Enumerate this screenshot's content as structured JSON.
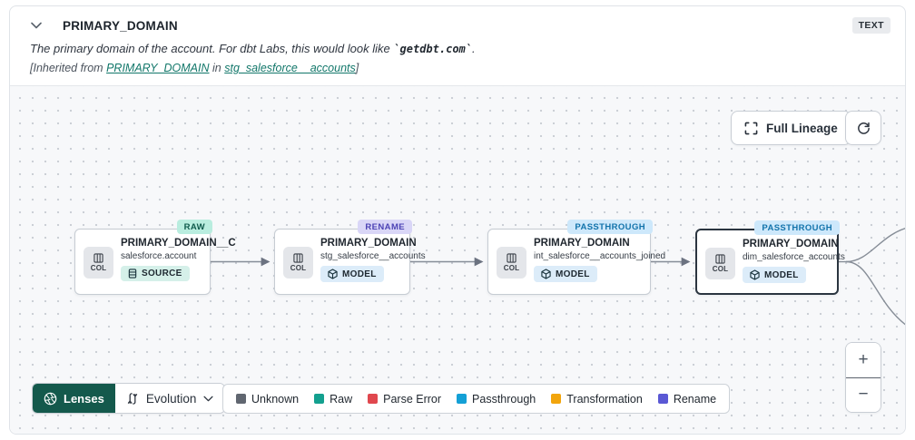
{
  "header": {
    "title": "PRIMARY_DOMAIN",
    "type_badge": "TEXT",
    "description_prefix": "The primary domain of the account. For dbt Labs, this would look like ",
    "description_code": "`getdbt.com`",
    "description_suffix": ".",
    "inherited_prefix": "[Inherited from ",
    "inherited_link_column": "PRIMARY_DOMAIN",
    "inherited_middle": " in ",
    "inherited_link_model": "stg_salesforce__accounts",
    "inherited_suffix": "]"
  },
  "canvas": {
    "full_lineage_label": "Full Lineage",
    "nodes": [
      {
        "badge": "RAW",
        "title": "PRIMARY_DOMAIN__C",
        "subtitle": "salesforce.account",
        "col_label": "COL",
        "resource": "SOURCE",
        "selected": false
      },
      {
        "badge": "RENAME",
        "title": "PRIMARY_DOMAIN",
        "subtitle": "stg_salesforce__accounts",
        "col_label": "COL",
        "resource": "MODEL",
        "selected": false
      },
      {
        "badge": "PASSTHROUGH",
        "title": "PRIMARY_DOMAIN",
        "subtitle": "int_salesforce__accounts_joined",
        "col_label": "COL",
        "resource": "MODEL",
        "selected": false
      },
      {
        "badge": "PASSTHROUGH",
        "title": "PRIMARY_DOMAIN",
        "subtitle": "dim_salesforce_accounts",
        "col_label": "COL",
        "resource": "MODEL",
        "selected": true
      }
    ]
  },
  "toolbar": {
    "lenses_label": "Lenses",
    "lens_selected": "Evolution"
  },
  "legend": {
    "items": [
      {
        "label": "Unknown",
        "color": "#606670"
      },
      {
        "label": "Raw",
        "color": "#13a08f"
      },
      {
        "label": "Parse Error",
        "color": "#e0474e"
      },
      {
        "label": "Passthrough",
        "color": "#14a0d6"
      },
      {
        "label": "Transformation",
        "color": "#f2a50c"
      },
      {
        "label": "Rename",
        "color": "#5a58d4"
      }
    ]
  },
  "zoom_controls": {
    "zoom_in": "+",
    "zoom_out": "−"
  }
}
